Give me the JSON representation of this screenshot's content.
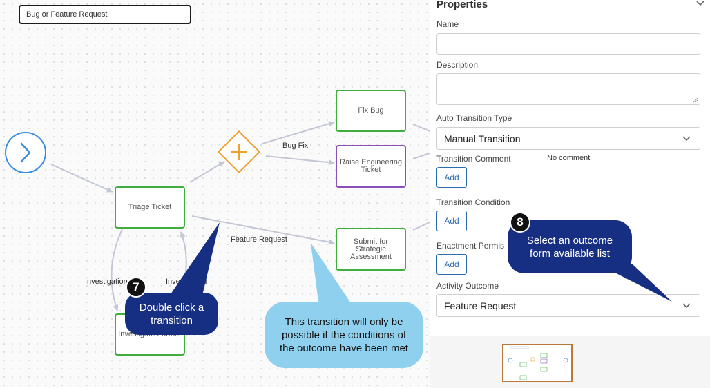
{
  "diagram": {
    "title": "Bug or Feature Request",
    "nodes": {
      "fix_bug": "Fix Bug",
      "raise_eng": "Raise Engineering Ticket",
      "triage": "Triage Ticket",
      "submit": "Submit for Strategic Assessment",
      "investigate": "Investigate Further"
    },
    "edge_labels": {
      "bug_fix": "Bug Fix",
      "feature_request": "Feature Request",
      "investigation_left": "Investigation",
      "investigated": "Investigated"
    }
  },
  "callouts": {
    "badge7": "7",
    "text7": "Double click a transition",
    "badge8": "8",
    "text8": "Select an outcome form available list",
    "info": "This transition will only be possible if the conditions of the outcome have been met"
  },
  "panel": {
    "title": "Properties",
    "name_label": "Name",
    "name_value": "",
    "description_label": "Description",
    "auto_label": "Auto Transition Type",
    "auto_value": "Manual Transition",
    "comment_label": "Transition Comment",
    "comment_value": "No comment",
    "condition_label": "Transition Condition",
    "enactment_label": "Enactment Permis",
    "add_label": "Add",
    "outcome_label": "Activity Outcome",
    "outcome_value": "Feature Request"
  },
  "colors": {
    "green_node": "#3fae3f",
    "purple_node": "#8a4fb8",
    "gateway": "#f0a030",
    "start": "#3b8de0",
    "callout_dark": "#172f82",
    "callout_light": "#8fd0ee",
    "accent": "#2b6cb0"
  }
}
